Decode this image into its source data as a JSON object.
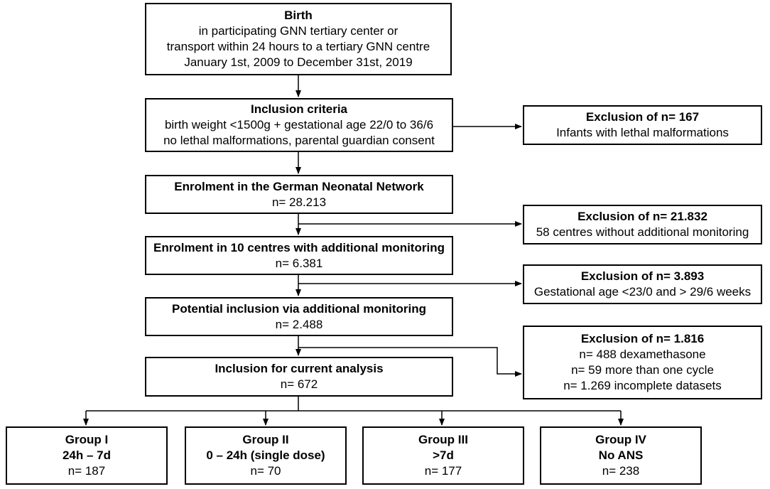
{
  "birth": {
    "title": "Birth",
    "lines": [
      "in participating GNN tertiary center or",
      "transport within 24 hours to a tertiary GNN centre",
      "January 1st, 2009 to December 31st, 2019"
    ]
  },
  "inclusion_criteria": {
    "title": "Inclusion criteria",
    "lines": [
      "birth weight <1500g + gestational age 22/0 to 36/6",
      "no lethal malformations, parental guardian consent"
    ]
  },
  "exclusion_1": {
    "title": "Exclusion of n= 167",
    "lines": [
      "Infants with lethal malformations"
    ]
  },
  "enrolment_gnn": {
    "title": "Enrolment in the German Neonatal Network",
    "lines": [
      "n= 28.213"
    ]
  },
  "exclusion_2": {
    "title": "Exclusion of n= 21.832",
    "lines": [
      "58 centres without additional monitoring"
    ]
  },
  "enrolment_10": {
    "title": "Enrolment in 10 centres with additional monitoring",
    "lines": [
      "n= 6.381"
    ]
  },
  "exclusion_3": {
    "title": "Exclusion of n= 3.893",
    "lines": [
      "Gestational age <23/0 and > 29/6 weeks"
    ]
  },
  "potential_inclusion": {
    "title": "Potential inclusion via additional monitoring",
    "lines": [
      "n= 2.488"
    ]
  },
  "exclusion_4": {
    "title": "Exclusion of n= 1.816",
    "lines": [
      "n= 488 dexamethasone",
      "n= 59 more than one cycle",
      "n= 1.269 incomplete datasets"
    ]
  },
  "inclusion_current": {
    "title": "Inclusion for current analysis",
    "lines": [
      "n= 672"
    ]
  },
  "groups": [
    {
      "title": "Group I",
      "subtitle": "24h – 7d",
      "n": "n= 187"
    },
    {
      "title": "Group II",
      "subtitle": "0 – 24h (single dose)",
      "n": "n= 70"
    },
    {
      "title": "Group III",
      "subtitle": ">7d",
      "n": "n= 177"
    },
    {
      "title": "Group IV",
      "subtitle": "No ANS",
      "n": "n= 238"
    }
  ]
}
